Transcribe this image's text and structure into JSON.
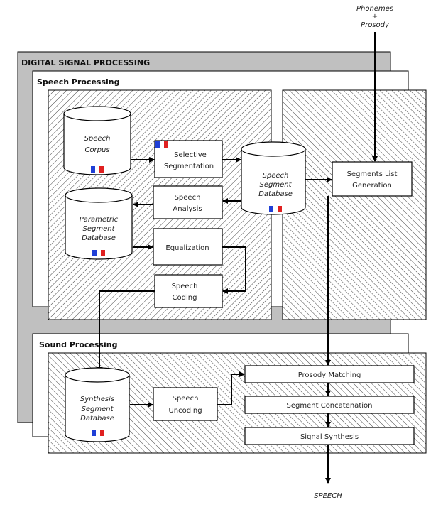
{
  "input": {
    "line1": "Phonemes",
    "line2": "+",
    "line3": "Prosody"
  },
  "output": "SPEECH",
  "sections": {
    "dsp": "DIGITAL SIGNAL PROCESSING",
    "speech_processing": "Speech Processing",
    "sound_processing": "Sound Processing"
  },
  "databases": {
    "speech_corpus": [
      "Speech",
      "Corpus"
    ],
    "parametric": [
      "Parametric",
      "Segment",
      "Database"
    ],
    "speech_segment": [
      "Speech",
      "Segment",
      "Database"
    ],
    "synthesis": [
      "Synthesis",
      "Segment",
      "Database"
    ]
  },
  "boxes": {
    "selective_segmentation": [
      "Selective",
      "Segmentation"
    ],
    "speech_analysis": [
      "Speech",
      "Analysis"
    ],
    "equalization": [
      "Equalization"
    ],
    "speech_coding": [
      "Speech",
      "Coding"
    ],
    "segments_list": [
      "Segments List",
      "Generation"
    ],
    "speech_uncoding": [
      "Speech",
      "Uncoding"
    ],
    "prosody_matching": "Prosody Matching",
    "segment_concatenation": "Segment Concatenation",
    "signal_synthesis": "Signal Synthesis"
  },
  "colors": {
    "dsp_background": "#c0c0c0",
    "flag_blue": "#1f3fd6",
    "flag_red": "#e02020"
  },
  "icons": {
    "language_flag": "french-flag-icon"
  }
}
